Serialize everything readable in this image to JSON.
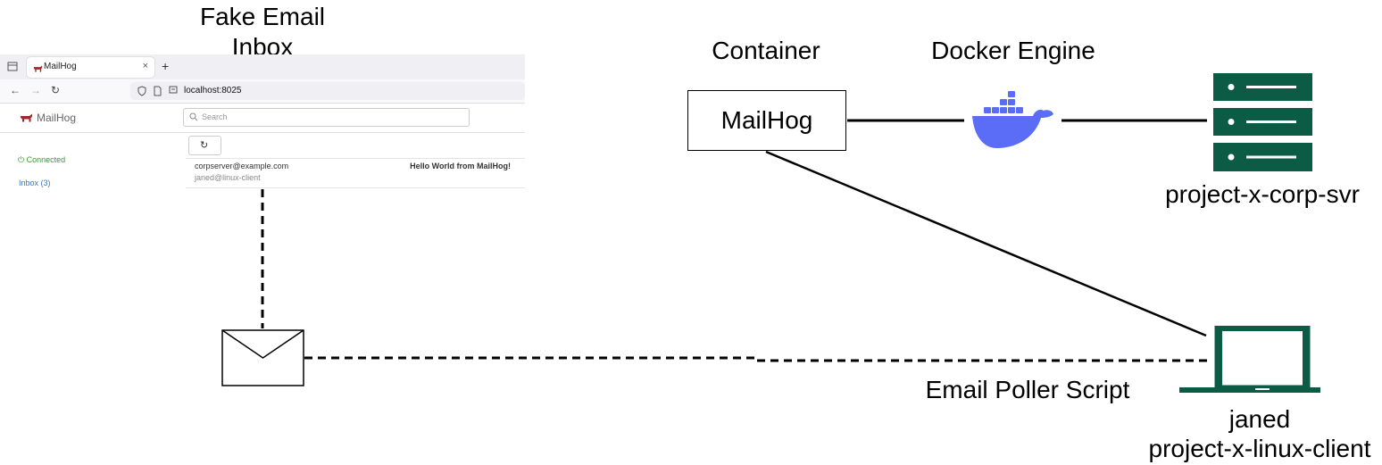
{
  "diagram": {
    "inbox_title_line1": "Fake Email",
    "inbox_title_line2": "Inbox",
    "container_label": "Container",
    "engine_label": "Docker Engine",
    "mailhog_box_label": "MailHog",
    "server_label": "project-x-corp-svr",
    "poller_label": "Email Poller Script",
    "client_user_label": "janed",
    "client_host_label": "project-x-linux-client",
    "icons": [
      "docker-whale-icon",
      "server-rack-icon",
      "laptop-icon",
      "envelope-icon"
    ],
    "colors": {
      "docker": "#5b6cf6",
      "server": "#0c5b45",
      "laptop": "#0c5b45",
      "line": "#000000"
    }
  },
  "browser": {
    "tab_title": "MailHog",
    "tab_close": "×",
    "new_tab": "+",
    "url": "localhost:8025",
    "brand": "MailHog",
    "search_placeholder": "Search",
    "refresh_glyph": "↻",
    "status": "Connected",
    "inbox_link": "Inbox (3)",
    "message": {
      "from": "corpserver@example.com",
      "to": "janed@linux-client",
      "subject": "Hello World from MailHog!"
    }
  }
}
